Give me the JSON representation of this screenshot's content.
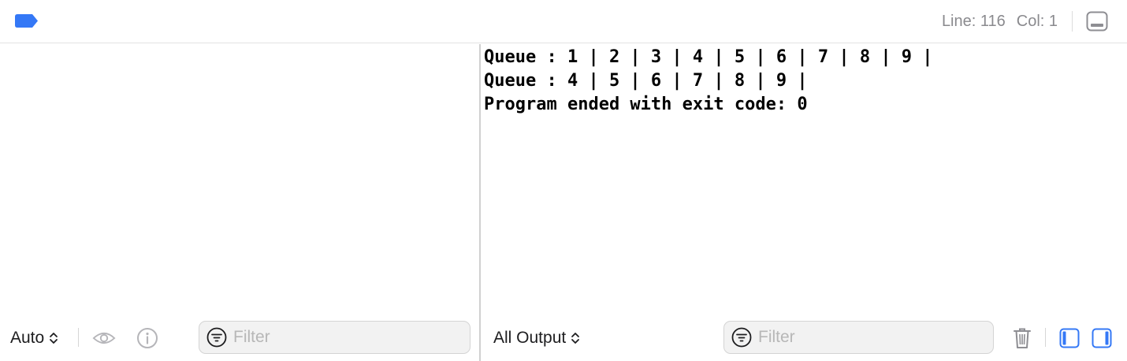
{
  "colors": {
    "accent": "#3478f6",
    "icon_gray": "#8e8e93",
    "text_muted": "#8a8a8e"
  },
  "topbar": {
    "line_label": "Line: 116",
    "col_label": "Col: 1",
    "breakpoint_icon": "breakpoint-icon",
    "hide_panel_icon": "hide-debug-area-icon"
  },
  "console": {
    "lines": [
      "Queue : 1 | 2 | 3 | 4 | 5 | 6 | 7 | 8 | 9 |",
      "Queue : 4 | 5 | 6 | 7 | 8 | 9 |",
      "Program ended with exit code: 0"
    ]
  },
  "variables_bar": {
    "scope_select": "Auto",
    "quick_look_icon": "eye-icon",
    "info_icon": "info-icon",
    "filter_placeholder": "Filter"
  },
  "console_bar": {
    "output_select": "All Output",
    "filter_placeholder": "Filter",
    "trash_icon": "trash-icon",
    "left_panel_icon": "sidebar-left-icon",
    "right_panel_icon": "sidebar-right-icon"
  }
}
